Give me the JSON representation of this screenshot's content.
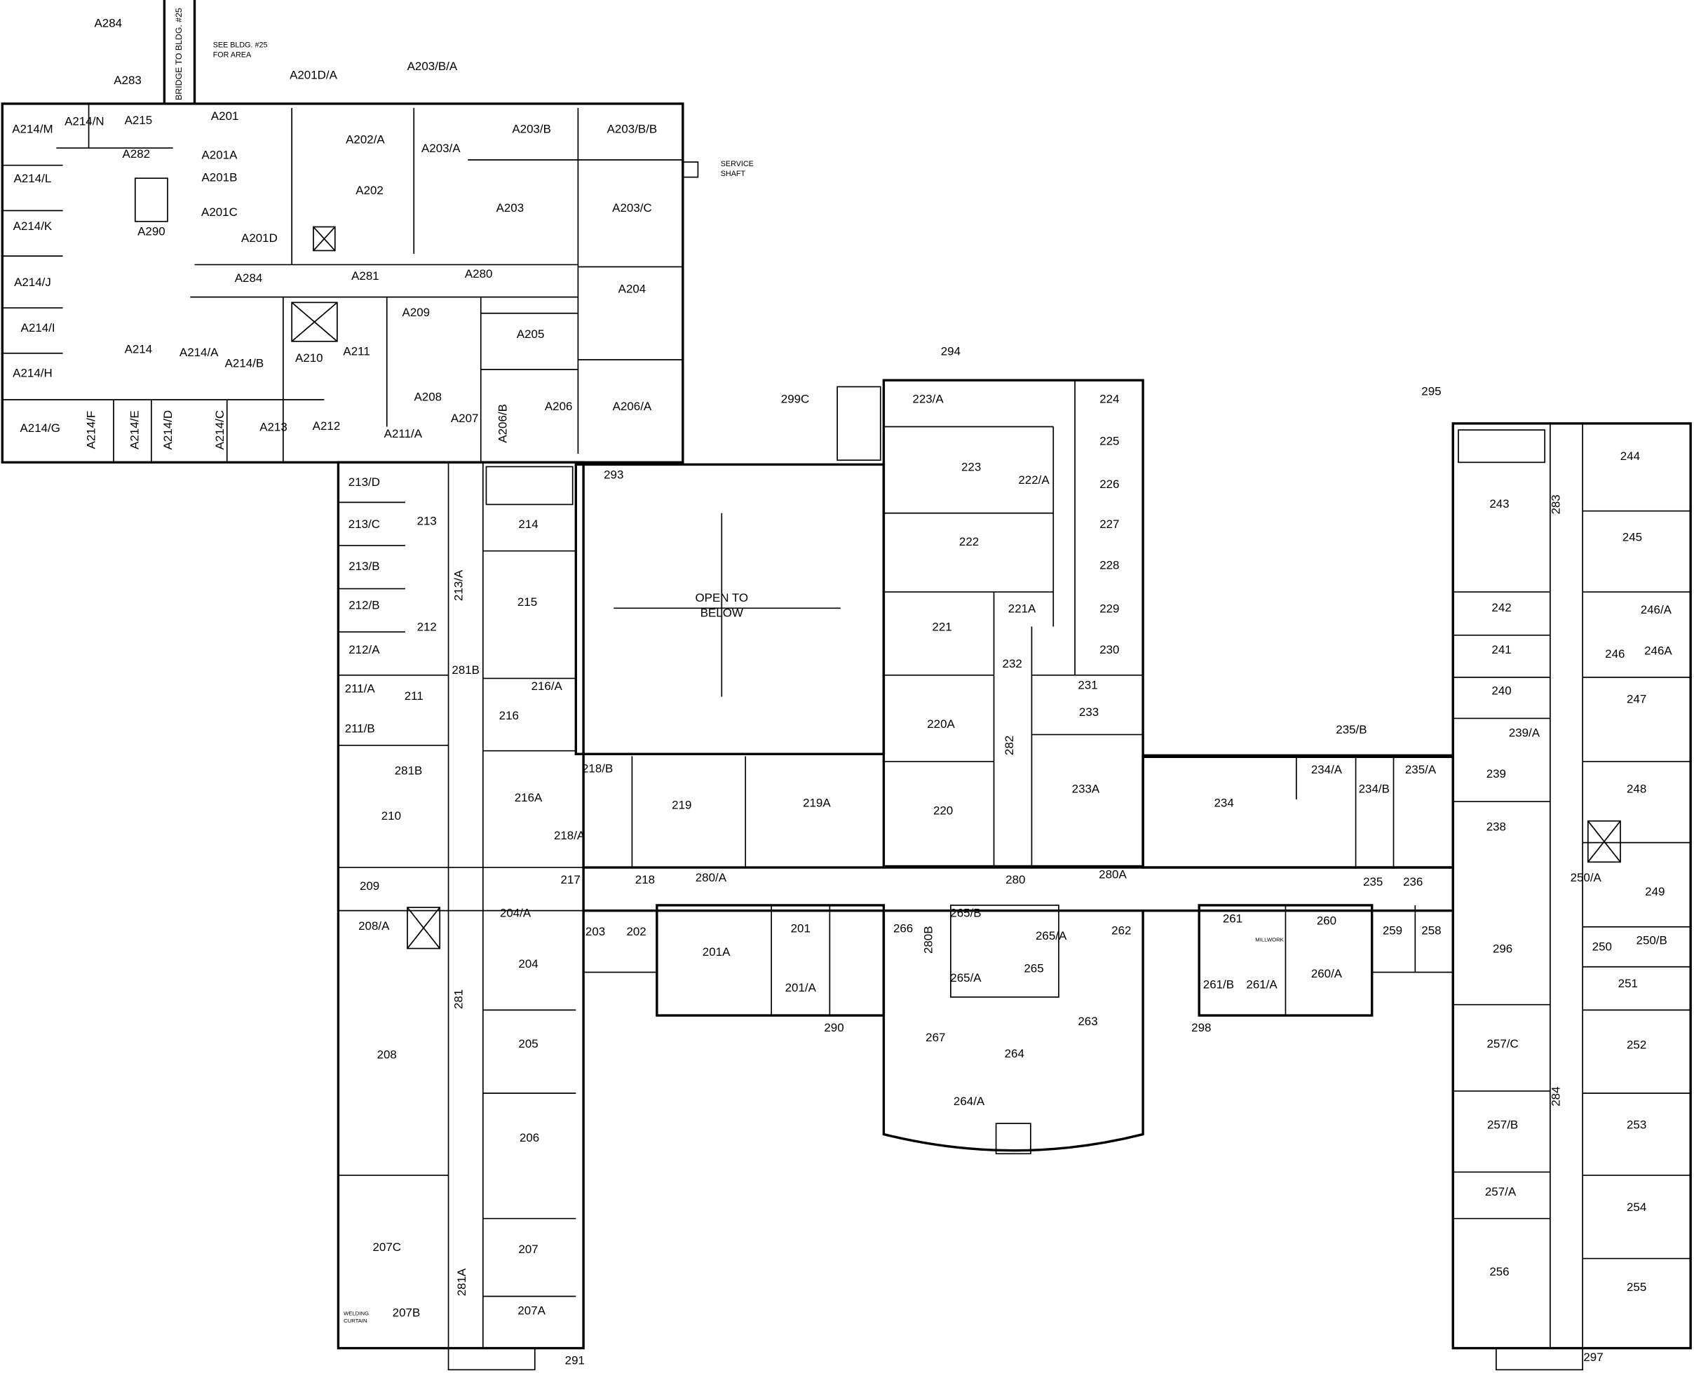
{
  "title": "Second Floor Plan",
  "notes": {
    "bridge": "BRIDGE TO BLDG. #25",
    "see_bldg_1": "SEE BLDG. #25",
    "see_bldg_2": "FOR AREA",
    "service_1": "SERVICE",
    "service_2": "SHAFT",
    "open_1": "OPEN TO",
    "open_2": "BELOW",
    "millwork": "MILLWORK",
    "welding_1": "WELDING",
    "welding_2": "CURTAIN"
  },
  "rooms": [
    "A284",
    "A283",
    "A201D/A",
    "A203/B/A",
    "A214/M",
    "A214/N",
    "A215",
    "A201",
    "A282",
    "A202/A",
    "A203/A",
    "A203/B",
    "A203/B/B",
    "A214/L",
    "A201A",
    "A201B",
    "A201C",
    "A202",
    "A203",
    "A203/C",
    "A214/K",
    "A290",
    "A201D",
    "A214/J",
    "A280",
    "A284",
    "A281",
    "A204",
    "A209",
    "A214/I",
    "A214",
    "A214/A",
    "A214/B",
    "A210",
    "A211",
    "A205",
    "A214/H",
    "A208",
    "A206",
    "A206/A",
    "A214/G",
    "A214/F",
    "A214/E",
    "A214/D",
    "A214/C",
    "A213",
    "A212",
    "A211/A",
    "A207",
    "A206/B",
    "213/D",
    "213",
    "213/C",
    "213/B",
    "213/A",
    "212/B",
    "212",
    "212/A",
    "281B",
    "211/A",
    "211",
    "211/B",
    "281B",
    "210",
    "209",
    "208/A",
    "281",
    "208",
    "207C",
    "207B",
    "281A",
    "207A",
    "291",
    "293",
    "214",
    "215",
    "216/A",
    "216",
    "216A",
    "218/B",
    "218/A",
    "217",
    "218",
    "219",
    "219A",
    "280/A",
    "204/A",
    "204",
    "203",
    "202",
    "201A",
    "201",
    "201/A",
    "205",
    "206",
    "207",
    "290",
    "280B",
    "266",
    "265/B",
    "265/A",
    "265",
    "265/A",
    "280A",
    "262",
    "263",
    "267",
    "264",
    "264/A",
    "298",
    "261",
    "260",
    "259",
    "258",
    "261/B",
    "261/A",
    "260/A",
    "280",
    "235",
    "236",
    "299C",
    "223/A",
    "294",
    "224",
    "225",
    "226",
    "227",
    "228",
    "229",
    "230",
    "223",
    "222/A",
    "222",
    "221A",
    "221",
    "232",
    "231",
    "233",
    "220A",
    "282",
    "220",
    "233A",
    "234",
    "234/A",
    "234/B",
    "235/B",
    "235/A",
    "295",
    "244",
    "243",
    "283",
    "245",
    "242",
    "246/A",
    "246",
    "246A",
    "241",
    "240",
    "247",
    "239/A",
    "239",
    "248",
    "238",
    "250/A",
    "249",
    "250",
    "250/B",
    "296",
    "251",
    "257/C",
    "252",
    "284",
    "257/B",
    "253",
    "257/A",
    "254",
    "256",
    "255",
    "297"
  ]
}
